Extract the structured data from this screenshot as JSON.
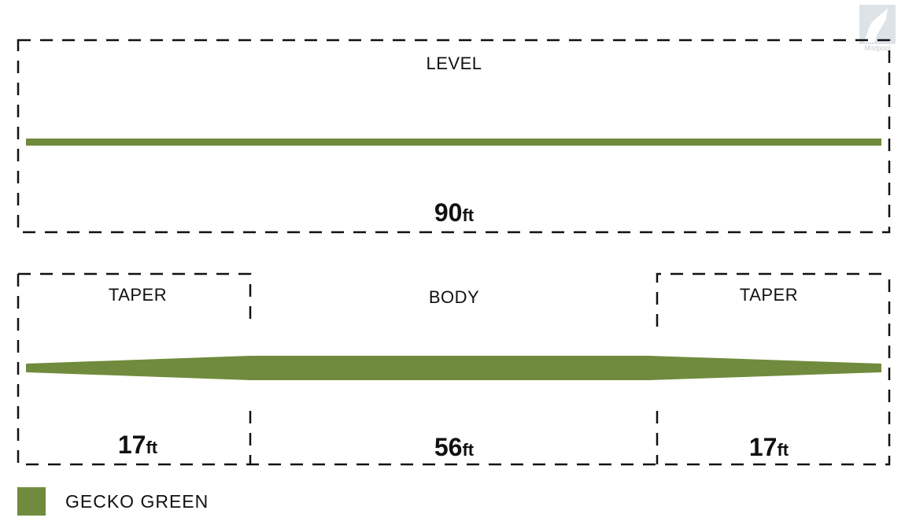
{
  "colors": {
    "line": "#708b3d",
    "border": "#111111"
  },
  "watermark": {
    "text": "Mistpool",
    "icon": "fish-logo-icon"
  },
  "level": {
    "label": "LEVEL",
    "length": "90",
    "unit": "ft"
  },
  "taper": {
    "sections": [
      {
        "label": "TAPER",
        "length": "17",
        "unit": "ft"
      },
      {
        "label": "BODY",
        "length": "56",
        "unit": "ft"
      },
      {
        "label": "TAPER",
        "length": "17",
        "unit": "ft"
      }
    ]
  },
  "legend": {
    "label": "GECKO GREEN",
    "color": "#708b3d"
  }
}
